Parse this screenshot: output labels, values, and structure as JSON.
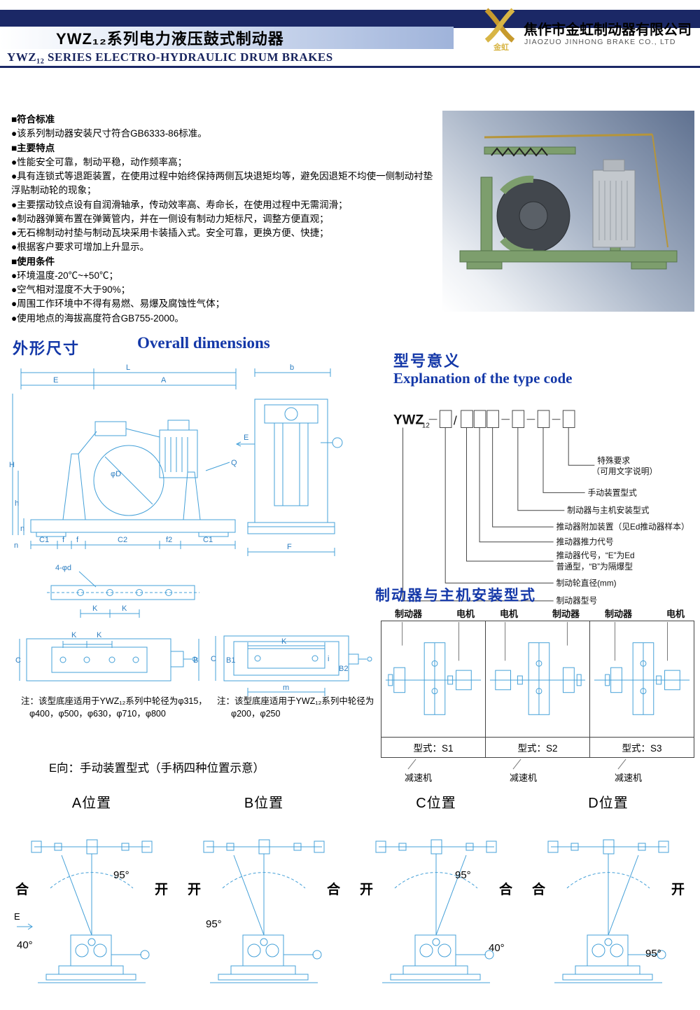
{
  "header": {
    "title_cn": "YWZ₁₂系列电力液压鼓式制动器",
    "title_en": "YWZ₁₂  SERIES ELECTRO-HYDRAULIC DRUM BRAKES",
    "logo_caption": "金虹",
    "company_cn": "焦作市金虹制动器有限公司",
    "company_en": "JIAOZUO JINHONG BRAKE CO., LTD"
  },
  "features": {
    "items": [
      "■符合标准",
      "●该系列制动器安装尺寸符合GB6333-86标准。",
      "■主要特点",
      "●性能安全可靠，制动平稳，动作频率高；",
      "●具有连锁式等退距装置，在使用过程中始终保持两侧瓦块退矩均等，避免因退矩不均使一侧制动衬垫浮贴制动轮的现象；",
      "●主要摆动铰点设有自润滑轴承，传动效率高、寿命长，在使用过程中无需润滑；",
      "●制动器弹簧布置在弹簧管内，并在一侧设有制动力矩标尺，调整方便直观；",
      "●无石棉制动衬垫与制动瓦块采用卡装插入式。安全可靠，更换方便、快捷；",
      "●根据客户要求可增加上升显示。",
      "■使用条件",
      "●环境温度-20℃~+50℃；",
      "●空气相对湿度不大于90%；",
      "●周围工作环境中不得有易燃、易爆及腐蚀性气体；",
      "●使用地点的海拔高度符合GB755-2000。"
    ]
  },
  "dims_section": {
    "heading_cn": "外形尺寸",
    "heading_en": "Overall dimensions"
  },
  "dims": {
    "L": "L",
    "E": "E",
    "A": "A",
    "b": "b",
    "H": "H",
    "h": "h",
    "n": "n",
    "phiD": "φD",
    "Q": "Q",
    "C1": "C1",
    "f": "f",
    "C2": "C2",
    "f2": "f2",
    "F": "F",
    "flange": "4-φd",
    "K": "K"
  },
  "bases": {
    "base1": {
      "C": "C",
      "B": "B",
      "K": "K",
      "note1": "注：该型底座适用于YWZ₁₂系列中轮径为φ315，",
      "note2": "φ400，φ500，φ630，φ710，φ800"
    },
    "base2": {
      "C": "C",
      "B1": "B1",
      "B2": "B2",
      "K": "K",
      "i": "i",
      "m": "m",
      "note1": "注：该型底座适用于YWZ₁₂系列中轮径为",
      "note2": "φ200，φ250"
    }
  },
  "type_code": {
    "heading_cn": "型号意义",
    "heading_en": "Explanation of the type code",
    "model_prefix": "YWZ",
    "model_sub": "12",
    "slash": "/",
    "labels": {
      "special1": "特殊要求",
      "special2": "（可用文字说明）",
      "manual_device": "手动装置型式",
      "mount": "制动器与主机安装型式",
      "attachment": "推动器附加装置（见Ed推动器样本）",
      "thrust": "推动器推力代号",
      "code1": "推动器代号，“E”为Ed",
      "code2": "普通型，“B”为隔爆型",
      "diameter": "制动轮直径(mm)",
      "model": "制动器型号"
    }
  },
  "installation": {
    "heading": "制动器与主机安装型式",
    "panels": [
      {
        "left": "制动器",
        "right": "电机",
        "caption": "型式：S1",
        "below": "减速机"
      },
      {
        "left": "电机",
        "right": "制动器",
        "caption": "型式：S2",
        "below": "减速机"
      },
      {
        "left": "制动器",
        "right": "电机",
        "caption": "型式：S3",
        "below": "减速机"
      }
    ]
  },
  "manual": {
    "caption": "E向：手动装置型式（手柄四种位置示意）",
    "positions": [
      {
        "title": "A位置",
        "left": "合",
        "right": "开",
        "angle1": "95°",
        "angle2": "40°",
        "view": "E"
      },
      {
        "title": "B位置",
        "left": "开",
        "right": "合",
        "angle1": "95°"
      },
      {
        "title": "C位置",
        "left": "开",
        "right": "合",
        "angle1": "95°",
        "angle2": "40°"
      },
      {
        "title": "D位置",
        "left": "合",
        "right": "开",
        "angle1": "95°"
      }
    ]
  }
}
